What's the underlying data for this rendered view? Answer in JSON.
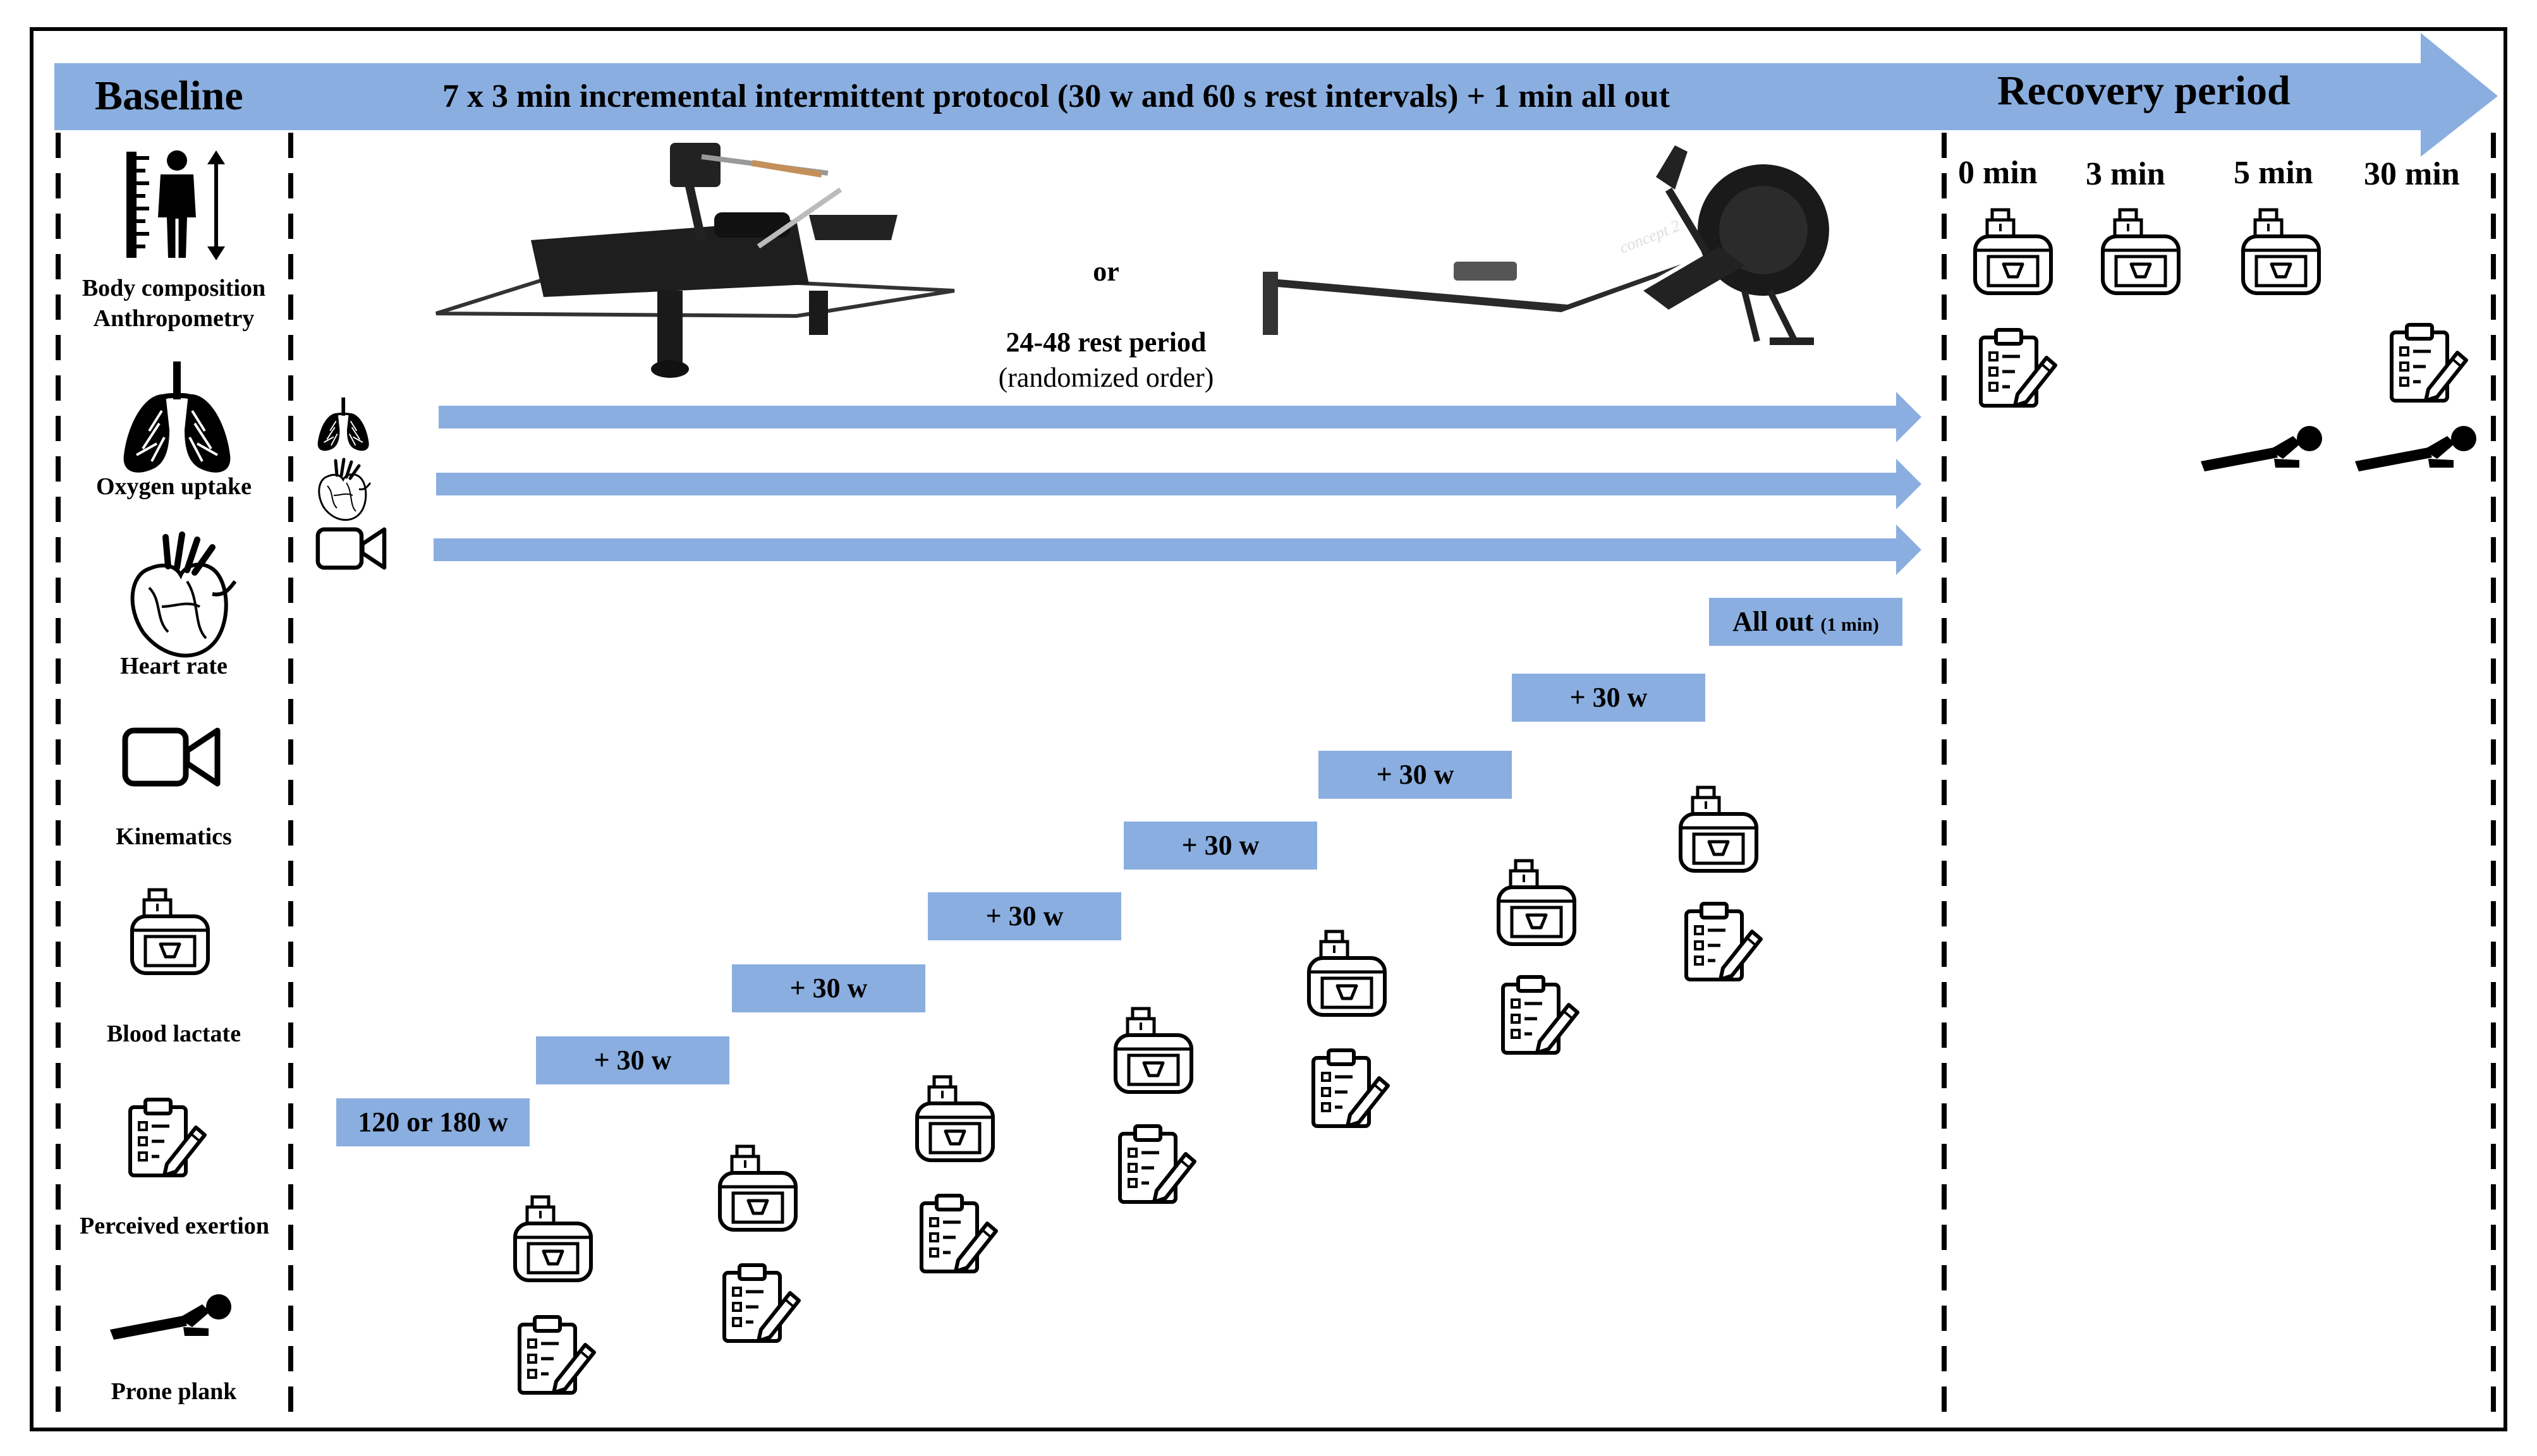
{
  "header": {
    "baseline": "Baseline",
    "protocol": "7 x 3 min incremental intermittent protocol  (30 w and 60 s rest intervals) + 1 min all out",
    "recovery": "Recovery period"
  },
  "colors": {
    "arrow": "#8aaee0",
    "step": "#8aaee0",
    "border": "#000000"
  },
  "baseline_items": [
    {
      "label": "Body composition",
      "label2": "Anthropometry",
      "icon": "anthropometry-icon"
    },
    {
      "label": "Oxygen uptake",
      "icon": "lungs-icon"
    },
    {
      "label": "Heart rate",
      "icon": "heart-icon"
    },
    {
      "label": "Kinematics",
      "icon": "video-camera-icon"
    },
    {
      "label": "Blood lactate",
      "icon": "lactate-analyzer-icon"
    },
    {
      "label": "Perceived exertion",
      "icon": "clipboard-icon"
    },
    {
      "label": "Prone plank",
      "icon": "plank-icon"
    }
  ],
  "protocol": {
    "or": "or",
    "rest_line1": "24-48 rest period",
    "rest_line2": "(randomized order)",
    "ergometer_1": "kayak-ergometer",
    "ergometer_2": "rowing-ergometer",
    "ergometer_2_brand": "concept 2"
  },
  "steps": {
    "start": "120 or 180 w",
    "increment": "+ 30 w",
    "all_out": "All out",
    "all_out_small": "(1 min)"
  },
  "recovery": {
    "timepoints": [
      "0 min",
      "3 min",
      "5 min",
      "30 min"
    ]
  }
}
